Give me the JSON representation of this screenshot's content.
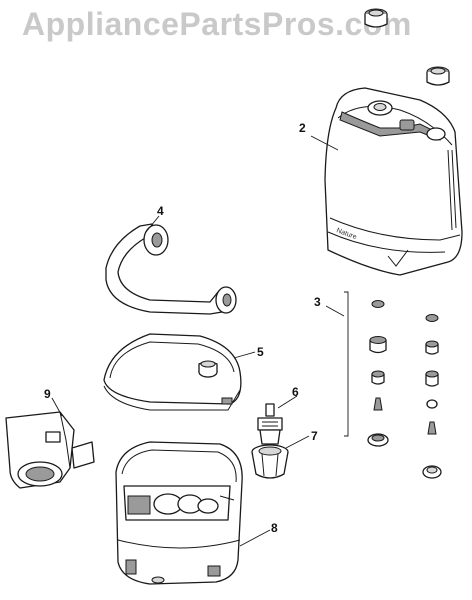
{
  "watermark": "AppliancePartsPros.com",
  "callouts": [
    {
      "id": "2",
      "label": "2"
    },
    {
      "id": "3",
      "label": "3"
    },
    {
      "id": "4",
      "label": "4"
    },
    {
      "id": "5",
      "label": "5"
    },
    {
      "id": "6",
      "label": "6"
    },
    {
      "id": "7",
      "label": "7"
    },
    {
      "id": "8",
      "label": "8"
    },
    {
      "id": "9",
      "label": "9"
    }
  ],
  "colors": {
    "line": "#1a1a1a",
    "watermark": "#c9c9c9",
    "background": "#ffffff"
  }
}
